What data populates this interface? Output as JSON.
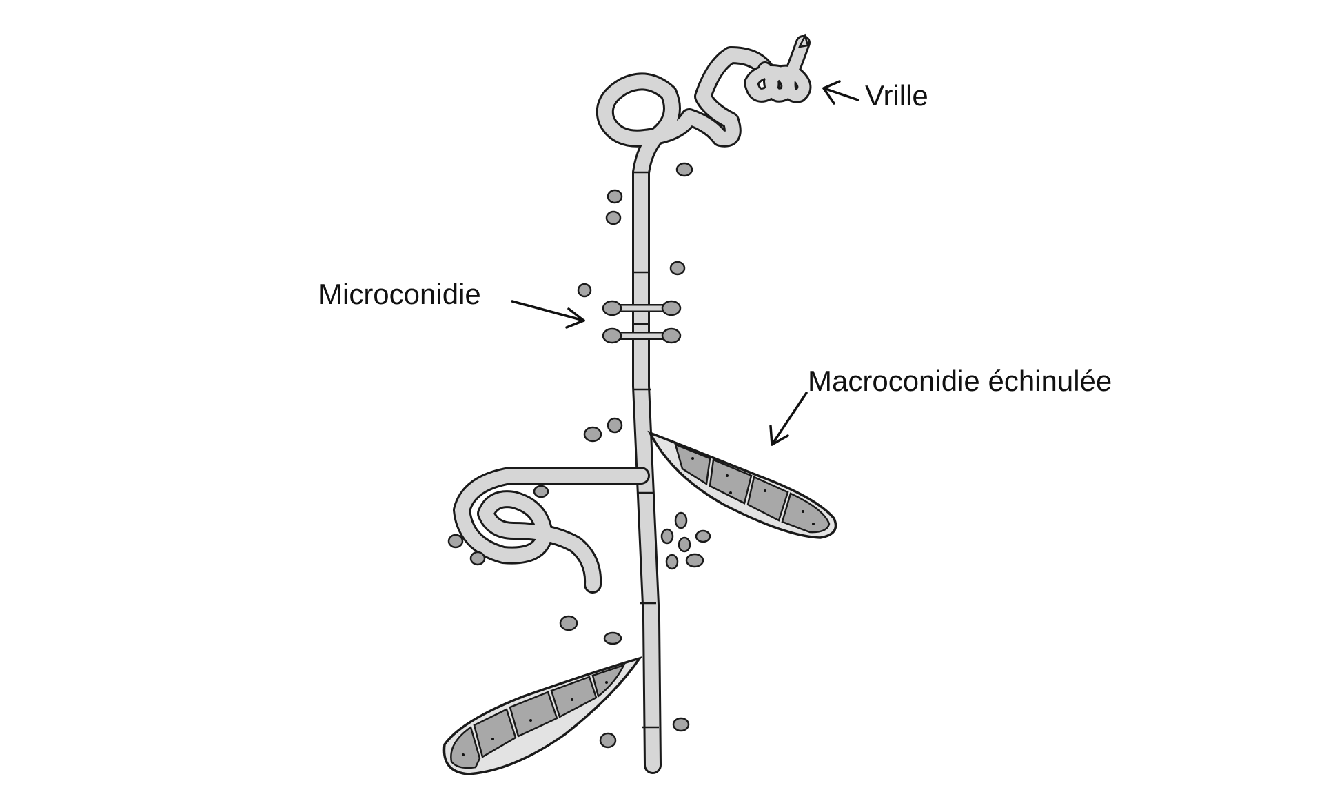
{
  "labels": {
    "vrille": "Vrille",
    "microconidie": "Microconidie",
    "macroconidie": "Macroconidie échinulée"
  },
  "colors": {
    "background": "#ffffff",
    "ink": "#1a1a1a",
    "hypha_fill": "#d9d9d9",
    "cell_fill": "#a9a9a9",
    "spore_fill": "#a0a0a0"
  }
}
